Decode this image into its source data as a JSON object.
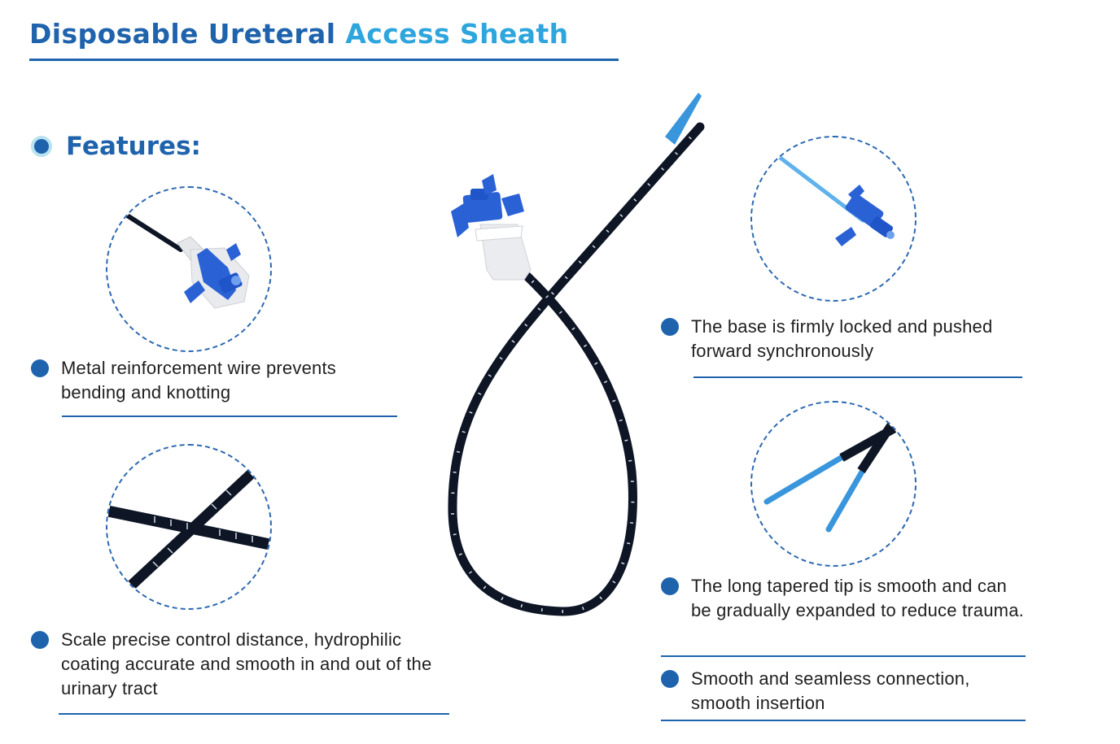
{
  "title": {
    "part1": "Disposable Ureteral",
    "part2": "Access Sheath"
  },
  "features_heading": "Features:",
  "features": [
    {
      "text": "Metal reinforcement wire prevents bending and knotting"
    },
    {
      "text": "Scale precise control distance, hydrophilic coating accurate and smooth in and out of the urinary tract"
    },
    {
      "text": "The base is firmly locked and pushed forward synchronously"
    },
    {
      "text": "The long tapered tip is smooth and can be gradually expanded to reduce trauma."
    },
    {
      "text": "Smooth and seamless connection, smooth insertion"
    }
  ],
  "colors": {
    "title_dark_blue": "#1f63ad",
    "title_light_blue": "#2da5dd",
    "sheath_black": "#0e1626",
    "connector_blue": "#2a62d6",
    "tip_blue": "#3a96dc"
  }
}
